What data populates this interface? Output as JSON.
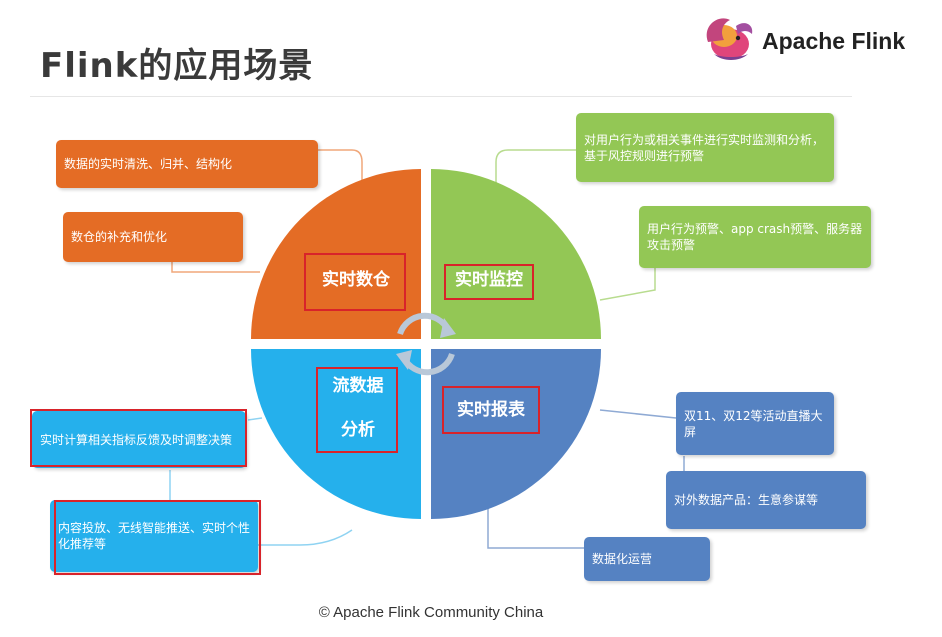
{
  "title": "Flink的应用场景",
  "brand": {
    "name": "Apache Flink",
    "logo_icon": "squirrel-logo-icon"
  },
  "footer": "© Apache Flink Community China",
  "quadrants": {
    "top_left": {
      "label": "实时数仓",
      "color": "#e46c25"
    },
    "top_right": {
      "label": "实时监控",
      "color": "#93c755"
    },
    "bottom_left": {
      "label_line1": "流数据",
      "label_line2": "分析",
      "color": "#25b0ec"
    },
    "bottom_right": {
      "label": "实时报表",
      "color": "#5582c2"
    }
  },
  "boxes": {
    "realtime_clean": "数据的实时清洗、归并、结构化",
    "warehouse_optimize": "数仓的补充和优化",
    "monitor_behavior": "对用户行为或相关事件进行实时监测和分析，基于风控规则进行预警",
    "monitor_alert": "用户行为预警、app crash预警、服务器攻击预警",
    "report_double11": "双11、双12等活动直播大屏",
    "report_external": "对外数据产品：生意参谋等",
    "report_ops": "数据化运营",
    "analysis_metrics": "实时计算相关指标反馈及时调整决策",
    "analysis_push": "内容投放、无线智能推送、实时个性化推荐等"
  }
}
